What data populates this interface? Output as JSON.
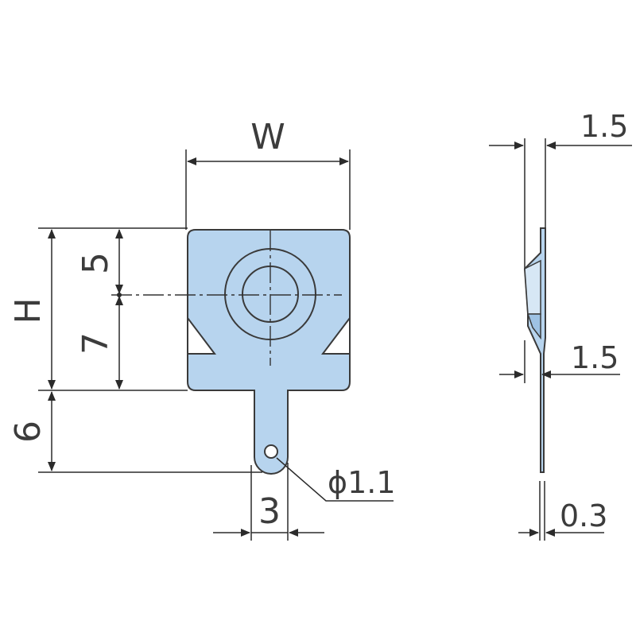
{
  "front_view": {
    "width_label": "W",
    "height_label": "H",
    "upper_offset": "5",
    "lower_offset": "7",
    "tab_length": "6",
    "tab_width": "3",
    "hole_diameter": "ϕ1.1"
  },
  "side_view": {
    "top_offset": "1.5",
    "mid_offset": "1.5",
    "thickness": "0.3"
  },
  "colors": {
    "part_fill": "#b7d4ee",
    "line": "#2b2b2b"
  }
}
